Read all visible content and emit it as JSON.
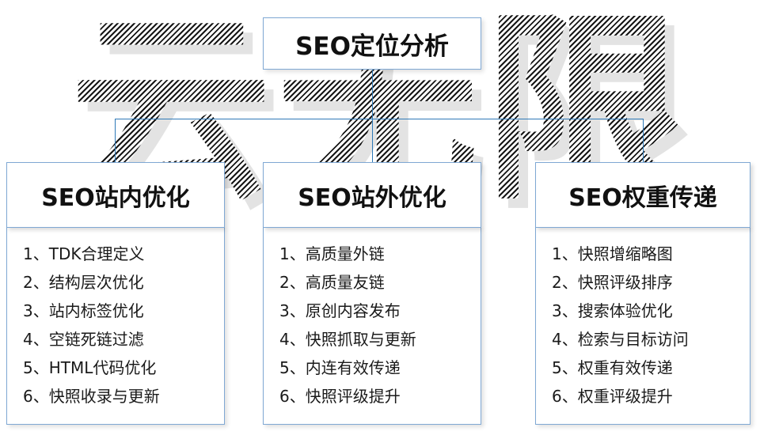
{
  "diagram": {
    "watermark_text": "云无限",
    "root": {
      "title": "SEO定位分析"
    },
    "columns": [
      {
        "title": "SEO站内优化",
        "items": [
          "1、TDK合理定义",
          "2、结构层次优化",
          "3、站内标签优化",
          "4、空链死链过滤",
          "5、HTML代码优化",
          "6、快照收录与更新"
        ]
      },
      {
        "title": "SEO站外优化",
        "items": [
          "1、高质量外链",
          "2、高质量友链",
          "3、原创内容发布",
          "4、快照抓取与更新",
          "5、内连有效传递",
          "6、快照评级提升"
        ]
      },
      {
        "title": "SEO权重传递",
        "items": [
          "1、快照增缩略图",
          "2、快照评级排序",
          "3、搜索体验优化",
          "4、检索与目标访问",
          "5、权重有效传递",
          "6、权重评级提升"
        ]
      }
    ],
    "colors": {
      "border": "#7fa8d4",
      "connector": "#2e79b8",
      "text": "#1a1a1a"
    }
  }
}
